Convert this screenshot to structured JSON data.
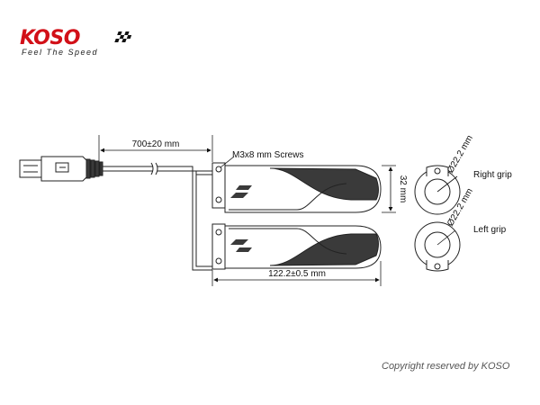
{
  "brand": {
    "name": "KOSO",
    "tagline": "Feel The Speed",
    "color": "#d21018"
  },
  "dimensions": {
    "cable_length": "700±20 mm",
    "screws": "M3x8 mm Screws",
    "grip_diameter": "32 mm",
    "grip_length": "122.2±0.5 mm",
    "inner_diameter_right": "Ø22.2 mm",
    "inner_diameter_left": "Ø22.2 mm"
  },
  "grips": {
    "right_label": "Right grip",
    "left_label": "Left grip"
  },
  "footer": {
    "copyright": "Copyright reserved by KOSO"
  },
  "colors": {
    "line": "#222222",
    "grip_dark": "#3a3a3a",
    "accent": "#d21018"
  }
}
